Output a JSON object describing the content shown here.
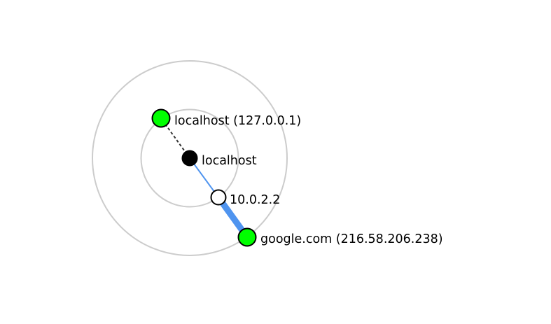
{
  "colors": {
    "ring": "#cccccc",
    "link": "#4f94ef",
    "link_local": "#333333",
    "node_reachable": "#00ff00",
    "node_self": "#000000",
    "node_router": "#ffffff",
    "node_stroke": "#000000"
  },
  "nodes": {
    "localhost_ip": {
      "label": "localhost (127.0.0.1)",
      "status": "reachable"
    },
    "self": {
      "label": "localhost",
      "status": "self"
    },
    "gateway": {
      "label": "10.0.2.2",
      "status": "router"
    },
    "google": {
      "label": "google.com (216.58.206.238)",
      "status": "reachable"
    }
  },
  "links": [
    {
      "from": "self",
      "to": "localhost_ip",
      "style": "dashed"
    },
    {
      "from": "self",
      "to": "gateway",
      "style": "thin"
    },
    {
      "from": "gateway",
      "to": "google",
      "style": "thick"
    }
  ]
}
